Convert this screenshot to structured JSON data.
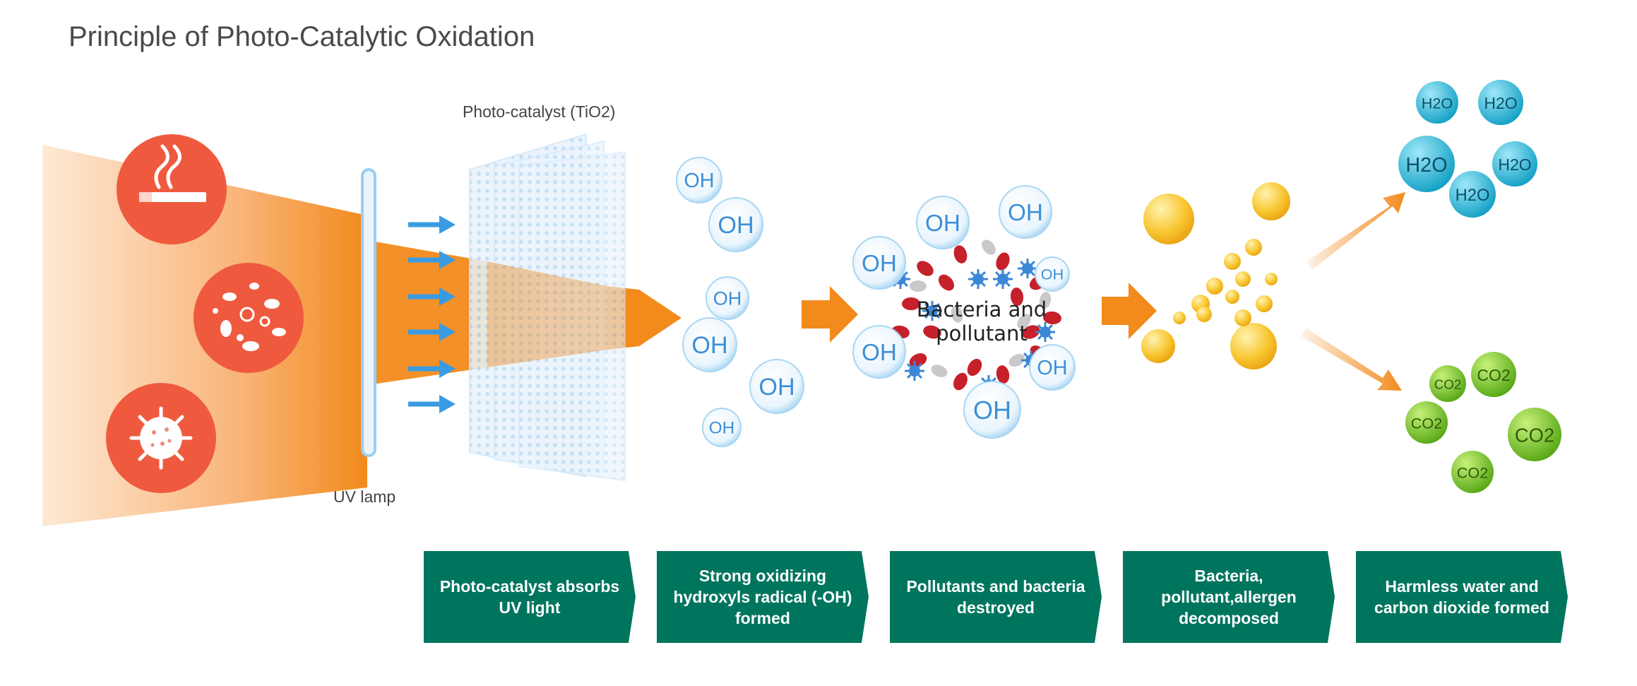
{
  "title": "Principle of Photo-Catalytic Oxidation",
  "labels": {
    "catalyst": "Photo-catalyst (TiO2)",
    "uv_lamp": "UV lamp",
    "center": [
      "Bacteria and",
      "pollutant"
    ]
  },
  "molecules": {
    "oh": "OH",
    "h2o": "H2O",
    "co2": "CO2"
  },
  "steps": [
    "Photo-catalyst absorbs UV light",
    "Strong oxidizing hydroxyls radical (-OH) formed",
    "Pollutants and bacteria destroyed",
    "Bacteria, pollutant,allergen decomposed",
    "Harmless water and carbon dioxide formed"
  ],
  "colors": {
    "step_bg": "#00755e",
    "orange": "#f28a1c",
    "red_circle": "#ef5a3f",
    "blue_arrow": "#3a9be3",
    "oh_text": "#3c8fd8",
    "h2o": "#1fb5d6",
    "co2": "#6ec21f",
    "particles": "#f7c02a"
  },
  "icons": [
    "cigarette-icon",
    "bacteria-icon",
    "virus-icon"
  ]
}
